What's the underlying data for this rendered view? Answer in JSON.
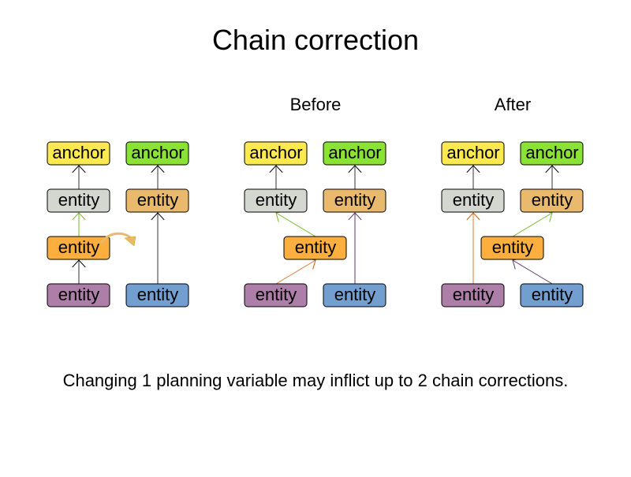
{
  "title": "Chain correction",
  "panels": [
    {
      "heading": ""
    },
    {
      "heading": "Before"
    },
    {
      "heading": "After"
    }
  ],
  "labels": {
    "anchor": "anchor",
    "entity": "entity"
  },
  "caption": "Changing 1 planning variable may inflict up to 2 chain corrections.",
  "colors": {
    "anchor_yellow": "#fce94f",
    "anchor_green": "#8ae234",
    "entity_gray": "#d3d7cf",
    "entity_tan": "#e9b96e",
    "entity_orange": "#fcaf3e",
    "entity_purple": "#ad7fa8",
    "entity_blue": "#729fcf",
    "arrow_gray": "#777777",
    "arrow_green": "#73b82a",
    "arrow_orange": "#ce5c00",
    "arrow_purple": "#5c3566"
  }
}
